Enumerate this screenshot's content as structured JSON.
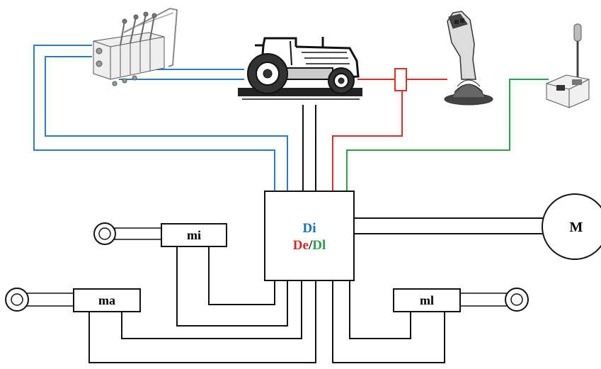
{
  "labels": {
    "controller_di": "Di",
    "controller_de": "De",
    "controller_slash": "/",
    "controller_dl": "Dl",
    "motor": "M",
    "cyl_mi": "mi",
    "cyl_ma": "ma",
    "cyl_ml": "ml"
  },
  "colors": {
    "wire_blue": "#2b7bbf",
    "wire_red": "#d2302a",
    "wire_green": "#2f9e4f",
    "wire_black": "#111111",
    "text_blue": "#1f6fbf",
    "text_red": "#d22b25",
    "text_green": "#2f9e4f"
  },
  "icons": [
    "valve-block-icon",
    "tractor-icon",
    "joystick-icon",
    "lever-switch-icon",
    "cylinder-eye-icon"
  ]
}
